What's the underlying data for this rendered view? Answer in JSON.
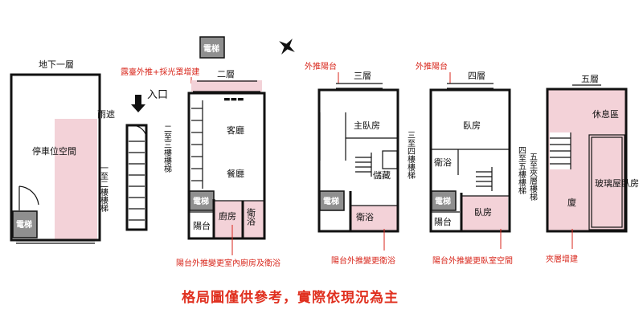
{
  "floors": {
    "b1": {
      "title": "地下一層",
      "parking": "停車位空間",
      "elevator": "電梯",
      "canopy": "雨遮",
      "entrance": "入口",
      "stairs": "一至二樓樓梯"
    },
    "f2": {
      "title": "二層",
      "living": "客廳",
      "dining": "餐廳",
      "elevator": "電梯",
      "kitchen": "廚房",
      "bath": "衛浴",
      "balcony": "陽台",
      "stairs": "二至三樓樓梯",
      "note_top": "露臺外推+採光罩增建",
      "note_bottom": "陽台外推變更室內廚房及衛浴",
      "roof_elevator": "電梯"
    },
    "f3": {
      "title": "三層",
      "master": "主臥房",
      "closet": "儲藏",
      "elevator": "電梯",
      "bath": "衛浴",
      "stairs": "三至四樓樓梯",
      "note_top": "外推陽台",
      "note_bottom": "陽台外推變更衛浴"
    },
    "f4": {
      "title": "四層",
      "bedroom": "臥房",
      "bath": "衛浴",
      "elevator": "電梯",
      "balcony": "陽台",
      "bedroom2": "臥房",
      "stairs": "四至五樓樓梯",
      "note_top": "外推陽台",
      "note_bottom": "陽台外推變更臥室空間"
    },
    "f5": {
      "title": "五層",
      "lounge": "休息區",
      "glass_room": "玻璃屋臥房",
      "room": "廈",
      "stairs": "五至夾層樓梯",
      "note_bottom": "夾層增建"
    }
  },
  "disclaimer": "格局圖僅供參考，實際依現況為主",
  "colors": {
    "accent_red": "#d8261b",
    "room_pink": "#f3d2d8",
    "elevator_grey": "#8f8f8f"
  },
  "icons": {
    "compass": "north-arrow-icon",
    "entrance": "arrow-down-icon"
  }
}
